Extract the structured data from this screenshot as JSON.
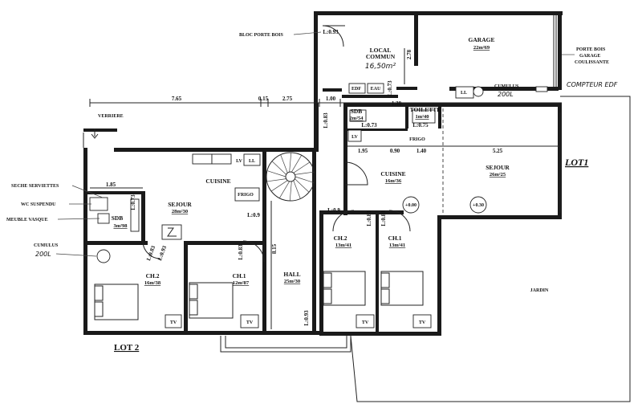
{
  "labels": {
    "bloc_porte_bois": "BLOC PORTE BOIS",
    "porte_bois_garage_1": "PORTE BOIS",
    "porte_bois_garage_2": "GARAGE",
    "porte_bois_garage_3": "COULISSANTE",
    "verriere": "VERRIERE",
    "seche_serviettes": "SECHE SERVIETTES",
    "wc_suspendu": "WC SUSPENDU",
    "meuble_vasque": "MEUBLE VASQUE",
    "cumulus_left_1": "CUMULUS",
    "cumulus_left_2": "200L",
    "cumulus_right_1": "CUMULUS",
    "cumulus_right_2": "200L",
    "compteur_edf": "COMPTEUR EDF",
    "lot1": "LOT1",
    "lot2": "LOT 2",
    "jardin": "JARDIN"
  },
  "rooms": {
    "local_commun": {
      "name1": "LOCAL",
      "name2": "COMMUN",
      "area": "16,50m²"
    },
    "garage": {
      "name": "GARAGE",
      "area": "22m²69"
    },
    "sdb_right": {
      "name": "SDB",
      "area": "2m²54"
    },
    "toilette": {
      "name": "TOILETTE",
      "area": "1m²40"
    },
    "cuisine_right": {
      "name": "CUISINE",
      "area": "16m²36"
    },
    "sejour_right": {
      "name": "SEJOUR",
      "area": "26m²25"
    },
    "ch2_right": {
      "name": "CH.2",
      "area": "13m²41"
    },
    "ch1_right": {
      "name": "CH.1",
      "area": "13m²41"
    },
    "sejour_left": {
      "name": "SEJOUR",
      "area": "28m²30"
    },
    "cuisine_left": {
      "name": "CUISINE"
    },
    "sdb_left": {
      "name": "SDB",
      "area": "3m²98"
    },
    "ch2_left": {
      "name": "CH.2",
      "area": "16m²38"
    },
    "ch1_left": {
      "name": "CH.1",
      "area": "12m²87"
    },
    "hall": {
      "name": "HALL",
      "area": "25m²30"
    }
  },
  "appliances": {
    "lv": "LV",
    "ll": "LL",
    "frigo": "FRIGO",
    "edf": "EDF",
    "eau": "EAU",
    "tv": "TV"
  },
  "levels": {
    "plus000": "+0.00",
    "plus030": "+0.30"
  },
  "dimensions": {
    "d765": "7.65",
    "d015": "0.15",
    "d275": "2.75",
    "d100": "1.00",
    "d130": "1.30",
    "d195": "1.95",
    "d090": "0.90",
    "d140": "1.40",
    "d525": "5.25",
    "d185": "1.85",
    "d278": "2.78",
    "d815": "8.15",
    "L093_top": "L:0.93",
    "L083_a": "L:0.83",
    "L073_a": "L:0.73",
    "L075": "L:0.75",
    "L09": "L:0.9",
    "L083_b": "L:0.83",
    "L083_c": "L:0.83",
    "L073_b": "L:0.73",
    "L083_hall": "L:0.83",
    "L093_hall": "L:0.93",
    "L083_sdb": "L:0.83",
    "L093_bath": "L:0.93",
    "L073_sdb": "L:0.73",
    "L09_left": "L:0.9"
  }
}
